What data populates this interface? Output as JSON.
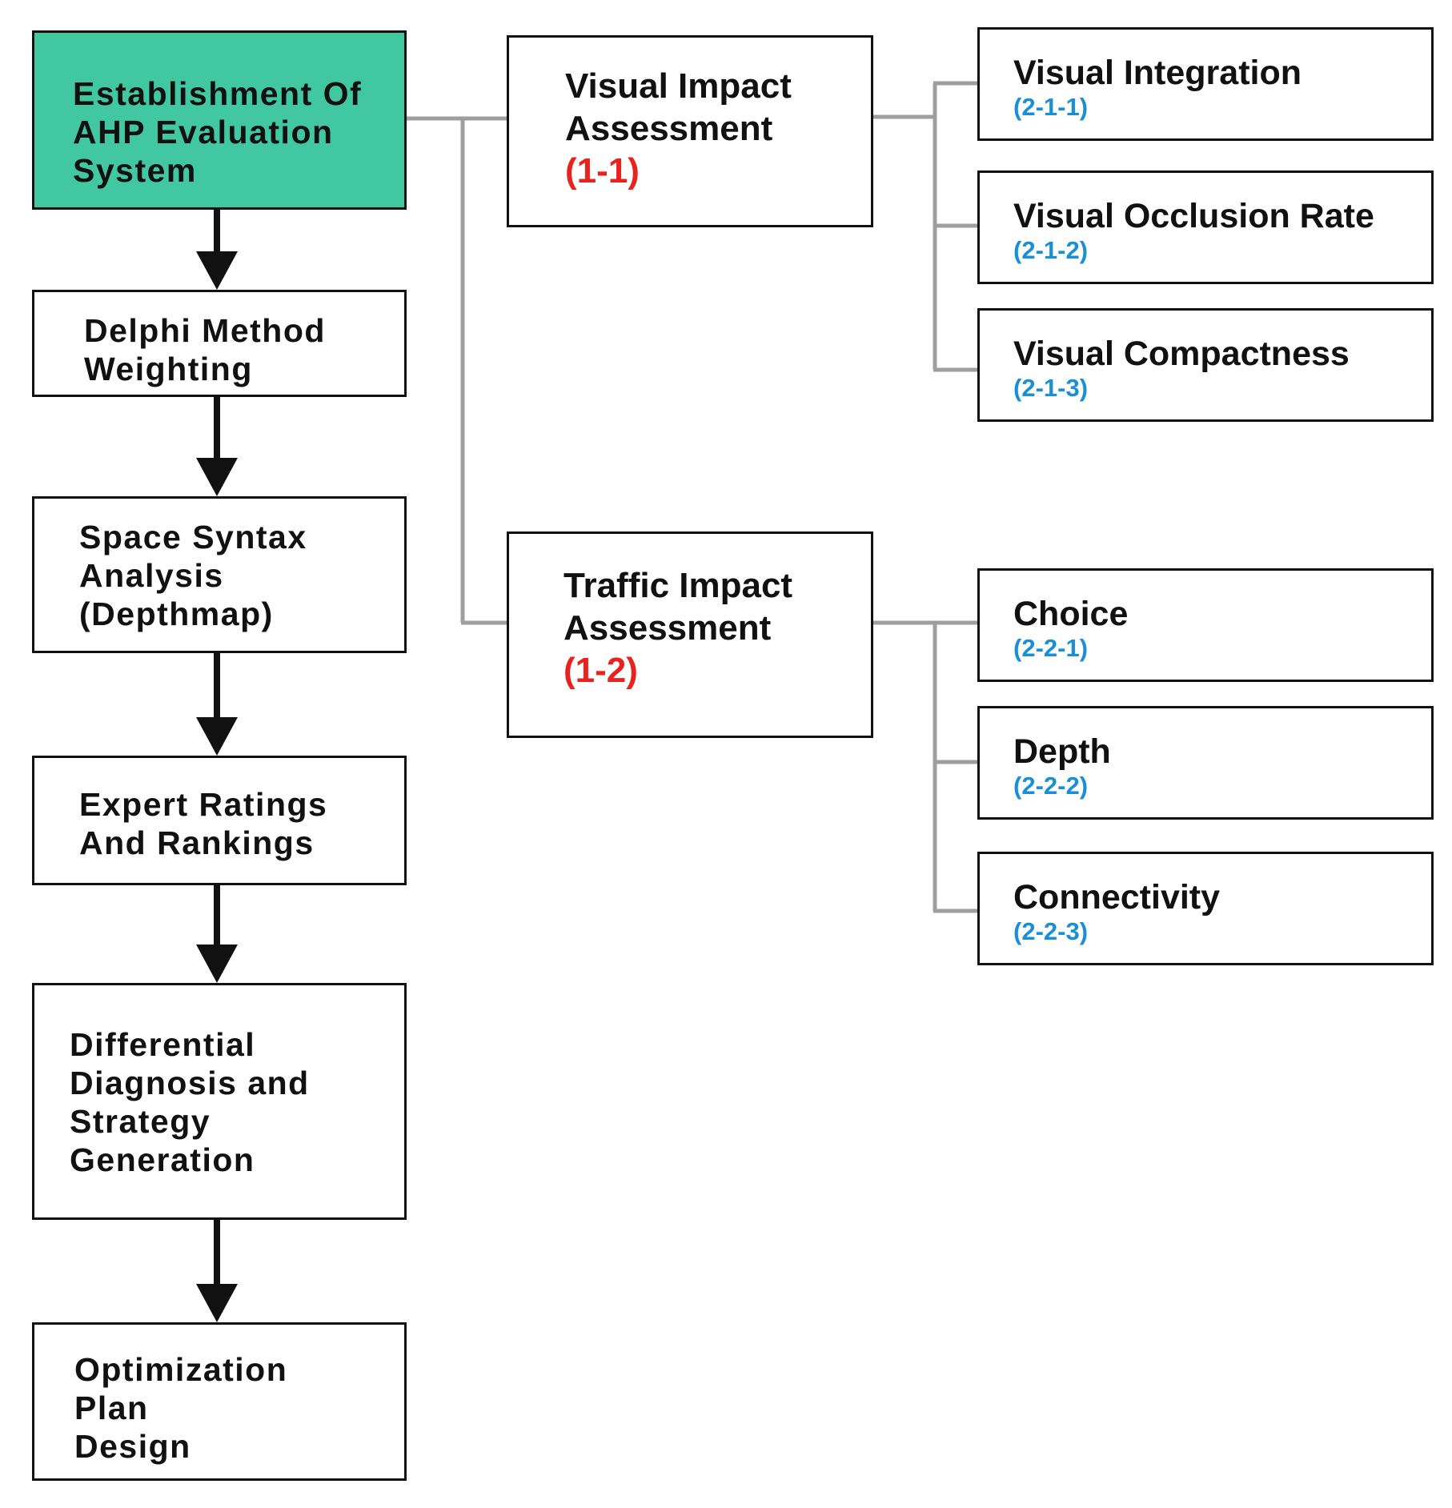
{
  "colors": {
    "root_fill": "#41c8a0",
    "border": "#111111",
    "connector": "#9e9e9e",
    "arrow": "#111111",
    "level1_code": "#e8231f",
    "level2_code": "#1a8fd6"
  },
  "flow": {
    "steps": [
      {
        "label": "Establishment Of\nAHP Evaluation\nSystem"
      },
      {
        "label": "Delphi Method\nWeighting"
      },
      {
        "label": "Space Syntax\nAnalysis\n (Depthmap)"
      },
      {
        "label": "Expert Ratings\nAnd Rankings"
      },
      {
        "label": "Differential\nDiagnosis and\nStrategy\nGeneration"
      },
      {
        "label": "Optimization\nPlan\nDesign"
      }
    ]
  },
  "hierarchy": {
    "groups": [
      {
        "label": "Visual Impact\nAssessment",
        "code": "(1-1)",
        "children": [
          {
            "label": "Visual Integration",
            "code": "(2-1-1)"
          },
          {
            "label": "Visual Occlusion Rate",
            "code": "(2-1-2)"
          },
          {
            "label": "Visual Compactness",
            "code": "(2-1-3)"
          }
        ]
      },
      {
        "label": "Traffic Impact\nAssessment",
        "code": "(1-2)",
        "children": [
          {
            "label": "Choice",
            "code": "(2-2-1)"
          },
          {
            "label": "Depth",
            "code": "(2-2-2)"
          },
          {
            "label": "Connectivity",
            "code": "(2-2-3)"
          }
        ]
      }
    ]
  }
}
